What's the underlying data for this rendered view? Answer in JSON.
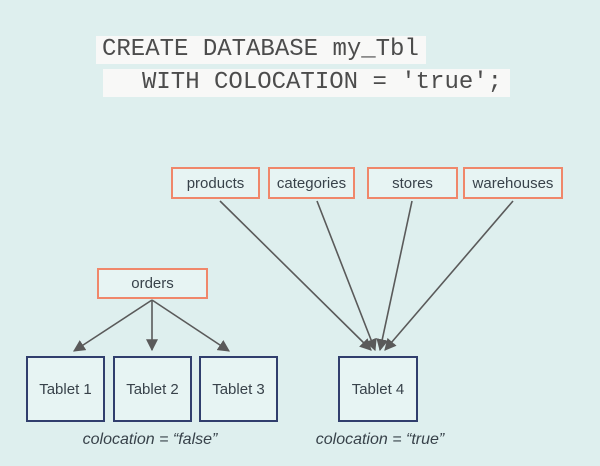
{
  "code_block": {
    "line1": "CREATE DATABASE my_Tbl",
    "line2": "WITH COLOCATION = 'true';"
  },
  "colocated_tables": [
    "products",
    "categories",
    "stores",
    "warehouses"
  ],
  "non_colocated_table": "orders",
  "tablets": [
    "Tablet 1",
    "Tablet 2",
    "Tablet 3",
    "Tablet 4"
  ],
  "captions": {
    "left": "colocation = “false”",
    "right": "colocation = “true”"
  },
  "colors": {
    "background": "#DEEFEE",
    "box_fill": "#E7F4F3",
    "table_border": "#F0876A",
    "tablet_border": "#303E6D",
    "arrow": "#5A5A5A",
    "code_background": "#F8F8F7",
    "code_text": "#4C4C4C",
    "text": "#38424A"
  }
}
